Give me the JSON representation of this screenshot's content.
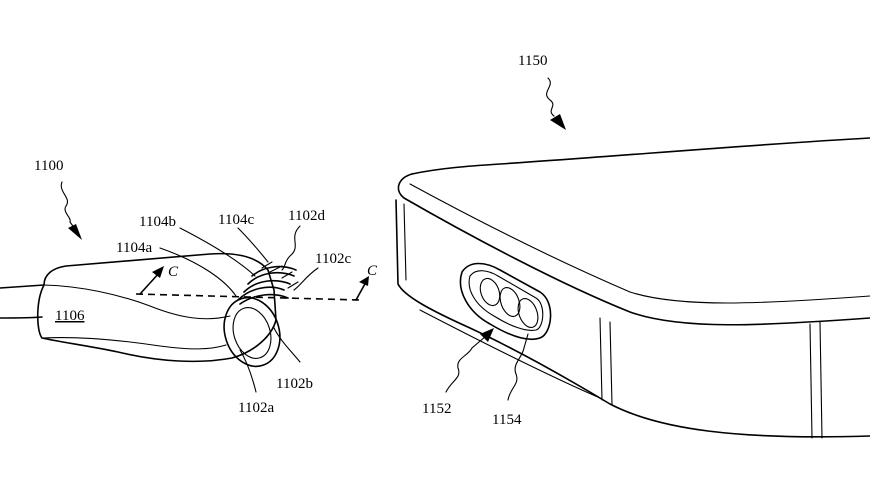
{
  "labels": {
    "connector_ref": "1100",
    "cable_body": "1106",
    "contact_1104a": "1104a",
    "contact_1104b": "1104b",
    "contact_1104c": "1104c",
    "contact_1102d": "1102d",
    "contact_1102c": "1102c",
    "contact_1102b": "1102b",
    "contact_1102a": "1102a",
    "section_mark": "C",
    "device_ref": "1150",
    "port_ref": "1152",
    "port_contacts_ref": "1154"
  }
}
